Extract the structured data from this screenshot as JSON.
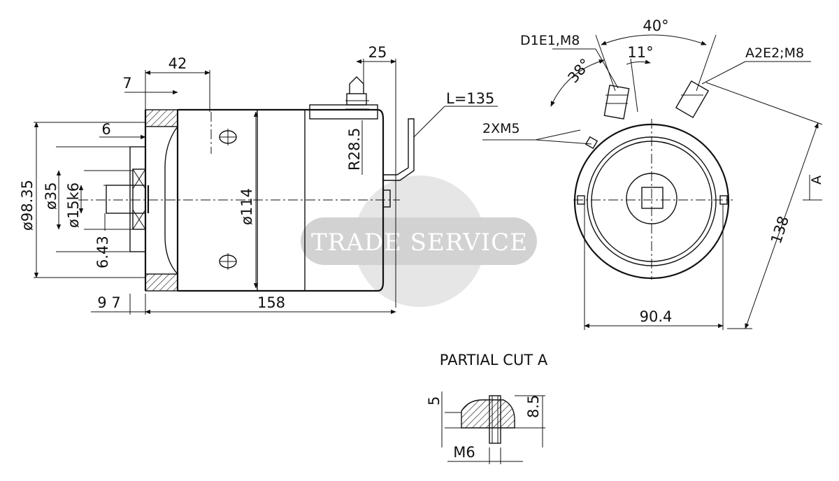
{
  "watermark": {
    "text": "TRADE SERVICE",
    "circle_color": "#e6e6e6",
    "pill_color": "#d2d2d2"
  },
  "side_view": {
    "dims": {
      "flange_7": "7",
      "offset_42": "42",
      "terminal_25": "25",
      "cable_length": "L=135",
      "radius": "R28.5",
      "diameter_body": "ø114",
      "overall_length": "158",
      "diameter_flange": "ø98.35",
      "pilot_35": "ø35",
      "shaft": "ø15k6",
      "shaft_flat": "6.43",
      "step_6": "6",
      "bottom_97": "9 7"
    }
  },
  "end_view": {
    "dims": {
      "terminal_d": "D1E1,M8",
      "terminal_a": "A2E2;M8",
      "angle_40": "40°",
      "angle_38": "38°",
      "angle_11": "11°",
      "screws": "2XM5",
      "height_138": "138",
      "width_90": "90.4",
      "section_marker": "A"
    }
  },
  "partial_cut": {
    "title": "PARTIAL CUT A",
    "dims": {
      "d5": "5",
      "d85": "8.5",
      "thread": "M6"
    }
  }
}
